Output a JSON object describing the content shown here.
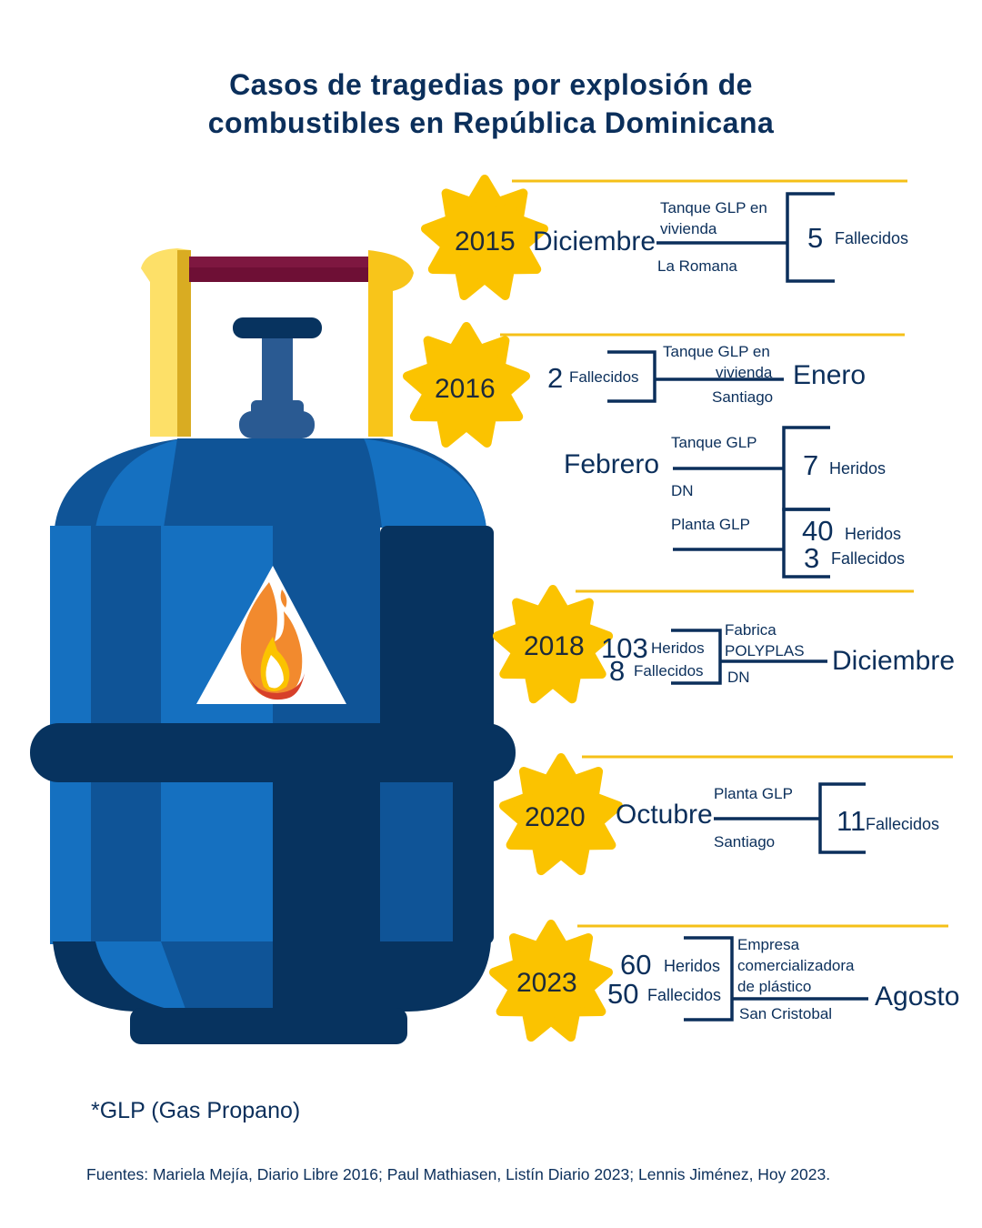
{
  "title": {
    "line1": "Casos de tragedias por explosión de",
    "line2": "combustibles en República Dominicana"
  },
  "colors": {
    "navy": "#0b2f5b",
    "sun": "#fbc300",
    "line": "#f5c018",
    "blue": "#1570c0",
    "blue_mid": "#0f5497",
    "blue_dark": "#07335f",
    "handle": "#fde068",
    "bar": "#6e0f35"
  },
  "events": [
    {
      "year": "2015",
      "month": "Diciembre",
      "place1": "Tanque GLP en",
      "place2": "vivienda",
      "location": "La Romana",
      "n1": "5",
      "l1": "Fallecidos"
    },
    {
      "year": "2016",
      "month": "Enero",
      "place1": "Tanque GLP en",
      "place2": "vivienda",
      "location": "Santiago",
      "n1": "2",
      "l1": "Fallecidos"
    },
    {
      "year": "",
      "month": "Febrero",
      "place1": "Tanque GLP",
      "location": "DN",
      "n1": "7",
      "l1": "Heridos"
    },
    {
      "year": "",
      "month": "",
      "place1": "Planta GLP",
      "n1": "40",
      "l1": "Heridos",
      "n2": "3",
      "l2": "Fallecidos"
    },
    {
      "year": "2018",
      "month": "Diciembre",
      "place1": "Fabrica",
      "place2": "POLYPLAS",
      "location": "DN",
      "n1": "103",
      "l1": "Heridos",
      "n2": "8",
      "l2": "Fallecidos"
    },
    {
      "year": "2020",
      "month": "Octubre",
      "place1": "Planta GLP",
      "location": "Santiago",
      "n1": "11",
      "l1": "Fallecidos"
    },
    {
      "year": "2023",
      "month": "Agosto",
      "place1": "Empresa",
      "place2": "comercializadora",
      "place3": "de plástico",
      "location": "San Cristobal",
      "n1": "60",
      "l1": "Heridos",
      "n2": "50",
      "l2": "Fallecidos"
    }
  ],
  "footnote": "*GLP (Gas Propano)",
  "sources": "Fuentes: Mariela Mejía, Diario Libre 2016; Paul Mathiasen, Listín Diario 2023; Lennis Jiménez, Hoy 2023."
}
